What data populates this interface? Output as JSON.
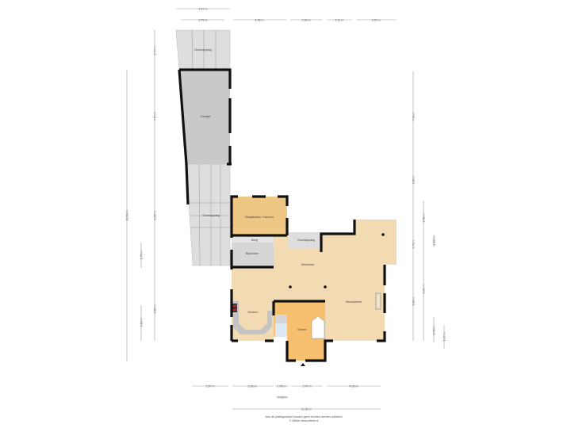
{
  "rooms": {
    "overkapping_top": "Overkapping",
    "garage": "Garage",
    "overkapping_side": "Overkapping",
    "slaapkamer": "Slaapkamer / kantoor",
    "berg": "Berg",
    "bijkeuken": "Bijkeuken",
    "keuken": "Keuken",
    "eetkamer": "Eetkamer",
    "overkapping_small": "Overkapping",
    "woonkamer": "Woonkamer",
    "entree": "Entree"
  },
  "dimensions": {
    "top": [
      "4.47 m",
      "3.75 m",
      "4.45 m",
      "2.69 m",
      "2.11 m",
      "3.37 m"
    ],
    "left": [
      "2.77 m",
      "7.47 m",
      "8.25 m",
      "1.75 m",
      "3.60 m",
      "2.15 m",
      "22.99 m"
    ],
    "right": [
      "7.36 m",
      "2.50 m",
      "2.68 m",
      "3.73 m",
      "5.60 m",
      "6.24 m",
      "1.02 m",
      "0.73 m",
      "1.27 m"
    ],
    "bottom": [
      "2.97 m",
      "3.36 m",
      "1.06 m",
      "2.47 m",
      "4.36 m",
      "0.99 m",
      "12.35 m"
    ]
  },
  "footer": {
    "disclaimer": "Aan de plattegronden kunnen geen rechten worden ontleend",
    "credit": "© Zibber www.zibber.nl"
  },
  "colors": {
    "covered": "#dedede",
    "garage": "#c9c9c9",
    "bedroom": "#eec785",
    "living": "#f2dab2",
    "entree": "#f6c070",
    "utility": "#d6d6d6",
    "toilet": "#dde9f5",
    "wall": "#111111"
  }
}
